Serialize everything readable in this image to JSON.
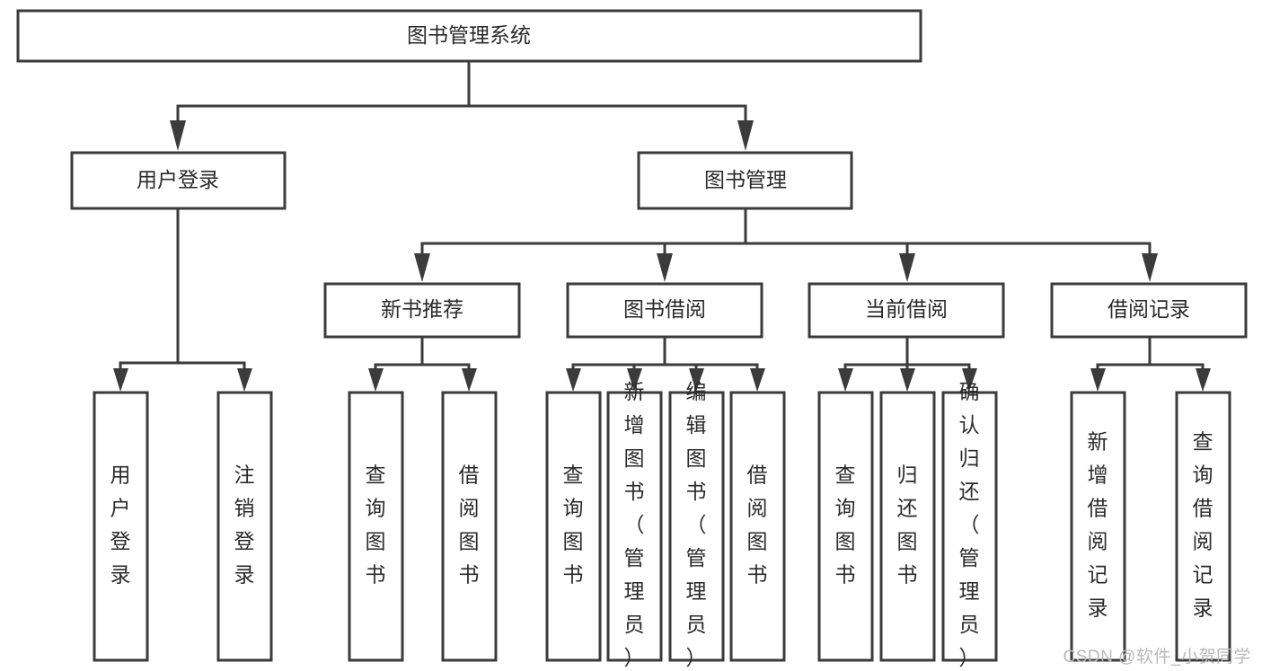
{
  "diagram": {
    "type": "tree-hierarchy",
    "title": "图书管理系统",
    "watermark": "CSDN @软件_小贺同学",
    "colors": {
      "stroke": "#3b3b3b",
      "fill": "#ffffff",
      "text": "#2a2a2a",
      "watermark": "#b9b9b9",
      "background": "#ffffff"
    },
    "levels": [
      {
        "level": 1,
        "nodes": [
          {
            "id": "root",
            "label": "图书管理系统",
            "orientation": "horizontal"
          }
        ]
      },
      {
        "level": 2,
        "nodes": [
          {
            "id": "user-login",
            "label": "用户登录",
            "orientation": "horizontal",
            "parent": "root"
          },
          {
            "id": "book-manage",
            "label": "图书管理",
            "orientation": "horizontal",
            "parent": "root"
          }
        ]
      },
      {
        "level": 3,
        "nodes": [
          {
            "id": "new-book-rec",
            "label": "新书推荐",
            "orientation": "horizontal",
            "parent": "book-manage"
          },
          {
            "id": "book-borrow",
            "label": "图书借阅",
            "orientation": "horizontal",
            "parent": "book-manage"
          },
          {
            "id": "current-borrow",
            "label": "当前借阅",
            "orientation": "horizontal",
            "parent": "book-manage"
          },
          {
            "id": "borrow-record",
            "label": "借阅记录",
            "orientation": "horizontal",
            "parent": "book-manage"
          }
        ]
      },
      {
        "level": 4,
        "nodes": [
          {
            "id": "leaf-user-login",
            "label": "用户登录",
            "orientation": "vertical",
            "parent": "user-login"
          },
          {
            "id": "leaf-logout",
            "label": "注销登录",
            "orientation": "vertical",
            "parent": "user-login"
          },
          {
            "id": "leaf-query-book-1",
            "label": "查询图书",
            "orientation": "vertical",
            "parent": "new-book-rec"
          },
          {
            "id": "leaf-borrow-book-1",
            "label": "借阅图书",
            "orientation": "vertical",
            "parent": "new-book-rec"
          },
          {
            "id": "leaf-query-book-2",
            "label": "查询图书",
            "orientation": "vertical",
            "parent": "book-borrow"
          },
          {
            "id": "leaf-add-book",
            "label": "新增图书（管理员）",
            "orientation": "vertical",
            "parent": "book-borrow"
          },
          {
            "id": "leaf-edit-book",
            "label": "编辑图书（管理员）",
            "orientation": "vertical",
            "parent": "book-borrow"
          },
          {
            "id": "leaf-borrow-book-2",
            "label": "借阅图书",
            "orientation": "vertical",
            "parent": "book-borrow"
          },
          {
            "id": "leaf-query-book-3",
            "label": "查询图书",
            "orientation": "vertical",
            "parent": "current-borrow"
          },
          {
            "id": "leaf-return-book",
            "label": "归还图书",
            "orientation": "vertical",
            "parent": "current-borrow"
          },
          {
            "id": "leaf-confirm-return",
            "label": "确认归还（管理员）",
            "orientation": "vertical",
            "parent": "current-borrow"
          },
          {
            "id": "leaf-add-record",
            "label": "新增借阅记录",
            "orientation": "vertical",
            "parent": "borrow-record"
          },
          {
            "id": "leaf-query-record",
            "label": "查询借阅记录",
            "orientation": "vertical",
            "parent": "borrow-record"
          }
        ]
      }
    ],
    "labels": {
      "root": "图书管理系统",
      "user_login": "用户登录",
      "book_manage": "图书管理",
      "new_book_rec": "新书推荐",
      "book_borrow": "图书借阅",
      "current_borrow": "当前借阅",
      "borrow_record": "借阅记录",
      "leaf_user_login": "用户登录",
      "leaf_logout": "注销登录",
      "leaf_query_book_1": "查询图书",
      "leaf_borrow_book_1": "借阅图书",
      "leaf_query_book_2": "查询图书",
      "leaf_add_book": "新增图书（管理员）",
      "leaf_edit_book": "编辑图书（管理员）",
      "leaf_borrow_book_2": "借阅图书",
      "leaf_query_book_3": "查询图书",
      "leaf_return_book": "归还图书",
      "leaf_confirm_return": "确认归还（管理员）",
      "leaf_add_record": "新增借阅记录",
      "leaf_query_record": "查询借阅记录"
    }
  }
}
